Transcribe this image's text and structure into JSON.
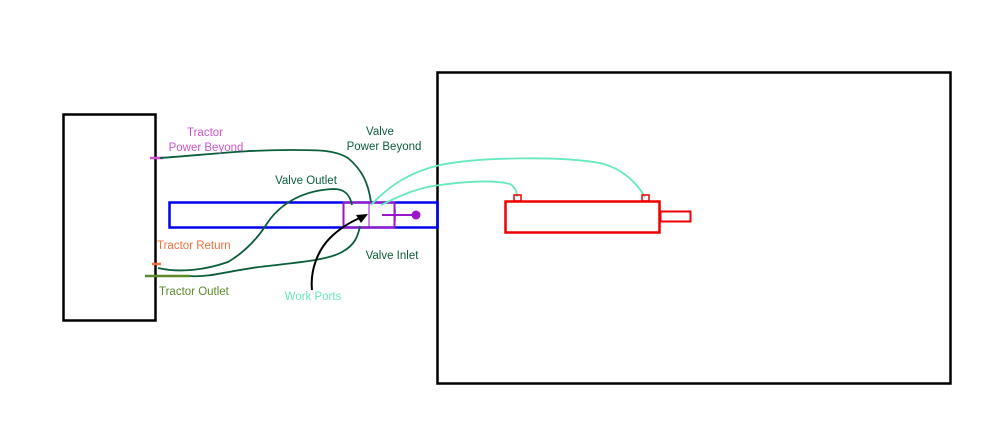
{
  "labels": {
    "tractor_power_beyond_1": "Tractor",
    "tractor_power_beyond_2": "Power Beyond",
    "valve_power_beyond_1": "Valve",
    "valve_power_beyond_2": "Power Beyond",
    "valve_outlet": "Valve Outlet",
    "tractor_return": "Tractor Return",
    "tractor_outlet": "Tractor Outlet",
    "valve_inlet": "Valve Inlet",
    "work_ports": "Work Ports"
  },
  "colors": {
    "outline": "#000000",
    "valve_body": "#0000ee",
    "valve_spool": "#9a14c8",
    "tractor_power_beyond": "#cc55cc",
    "dark_green_hose": "#0b5e3a",
    "tractor_return": "#f0703c",
    "tractor_outlet": "#5a8a2a",
    "work_port_hose": "#66e8c0",
    "cylinder": "#ee0000"
  }
}
